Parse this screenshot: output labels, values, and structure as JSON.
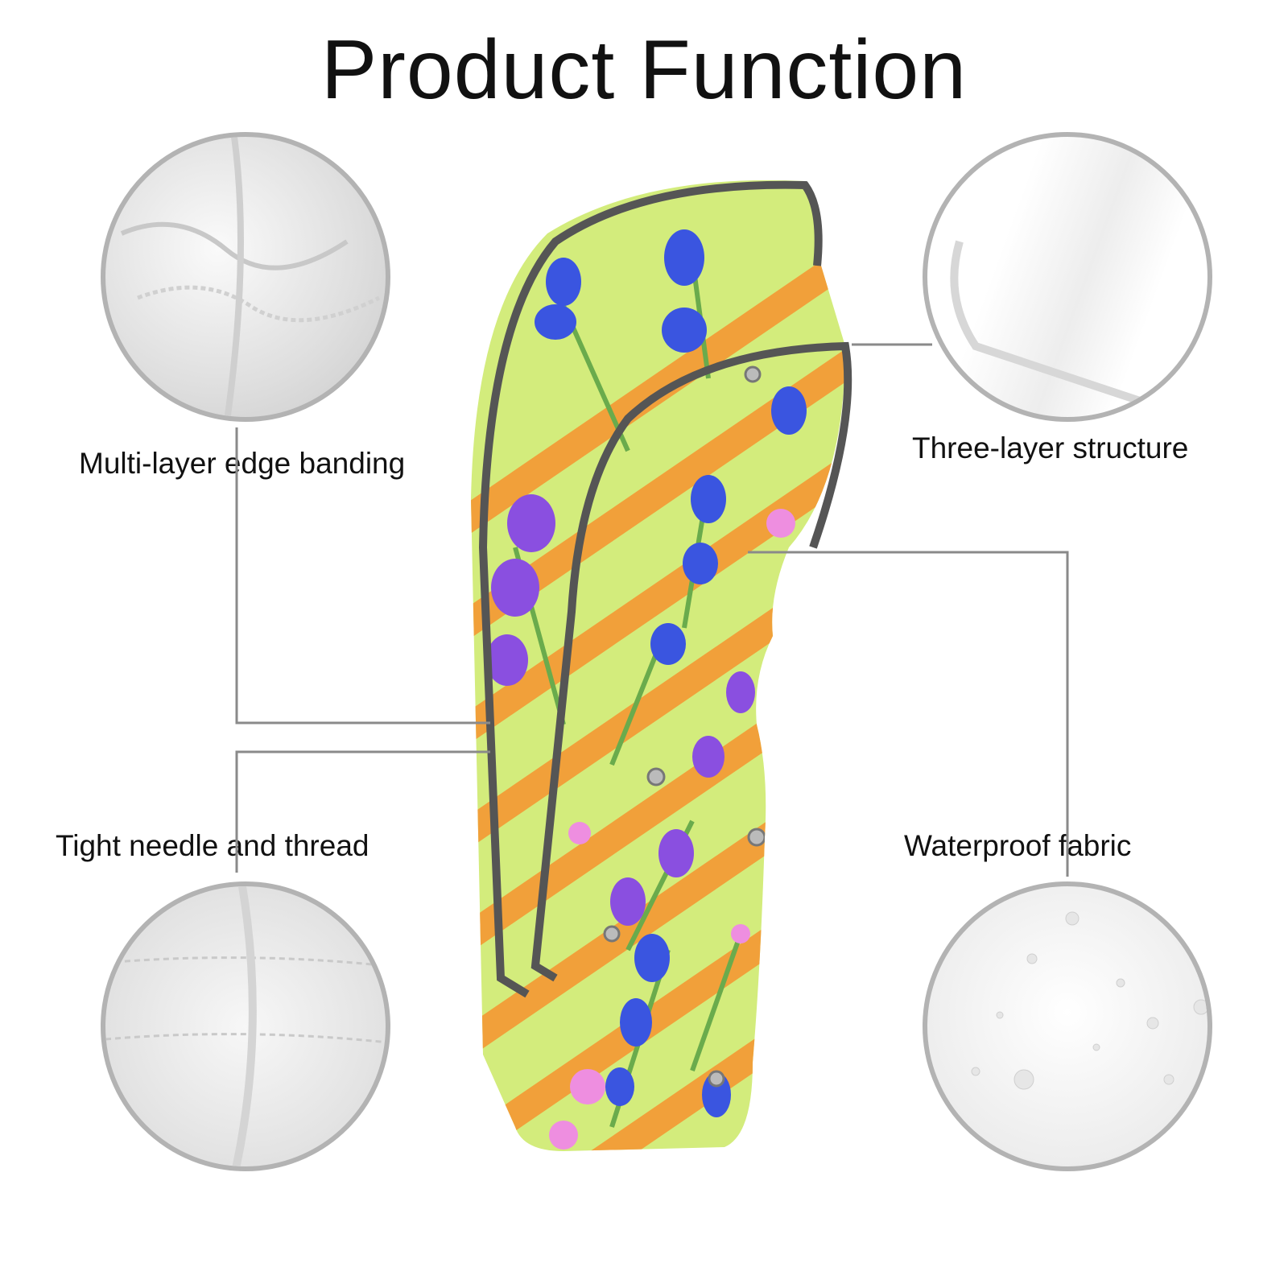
{
  "title": "Product Function",
  "features": [
    {
      "label": "Multi-layer edge banding",
      "icon": "leather-edge-closeup"
    },
    {
      "label": "Three-layer structure",
      "icon": "layer-structure-closeup"
    },
    {
      "label": "Tight needle and thread",
      "icon": "stitching-closeup"
    },
    {
      "label": "Waterproof fabric",
      "icon": "water-droplets-closeup"
    }
  ],
  "colors": {
    "fabric": "#d3ec7c",
    "stripe": "#f1a03a",
    "flower_blue": "#3a55e0",
    "flower_purple": "#8a4fe0",
    "flower_pink": "#ee8ee0",
    "stem": "#6aab4c",
    "trim": "#555555",
    "line": "#8a8a8a"
  }
}
